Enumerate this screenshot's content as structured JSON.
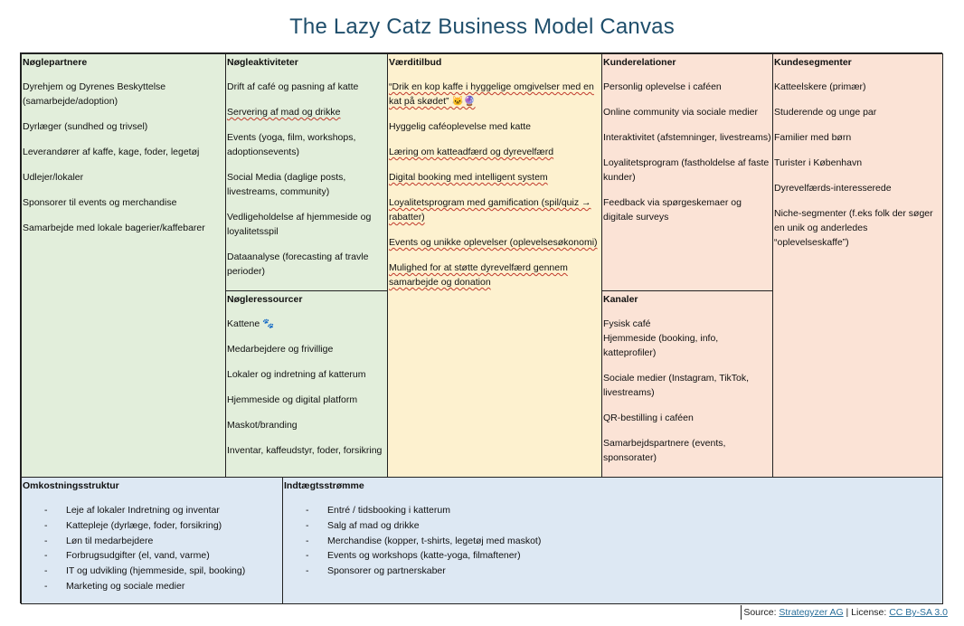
{
  "title": "The Lazy Catz Business Model Canvas",
  "partners": {
    "heading": "Nøglepartnere",
    "items": [
      "Dyrehjem og Dyrenes Beskyttelse (samarbejde/adoption)",
      "Dyrlæger (sundhed og trivsel)",
      "Leverandører af kaffe, kage, foder, legetøj",
      "Udlejer/lokaler",
      "Sponsorer til events og merchandise",
      "Samarbejde med lokale bagerier/kaffebarer"
    ]
  },
  "activities": {
    "heading": "Nøgleaktiviteter",
    "items": [
      " Drift af café og pasning af katte",
      "Servering af mad og drikke",
      "Events (yoga, film, workshops, adoptionsevents)",
      "Social Media (daglige posts, livestreams, community)",
      "Vedligeholdelse af hjemmeside og loyalitetsspil",
      "Dataanalyse (forecasting af travle perioder)"
    ]
  },
  "resources": {
    "heading": "Nøgleressourcer",
    "items": [
      "Kattene 🐾",
      "Medarbejdere og frivillige",
      "Lokaler og indretning af katterum",
      "Hjemmeside og digital platform",
      "Maskot/branding",
      "Inventar, kaffeudstyr, foder, forsikring"
    ]
  },
  "value": {
    "heading": "Værditilbud",
    "items": [
      "“Drik en kop kaffe i hyggelige omgivelser med en kat på skødet” 🐱🔮",
      "Hyggelig caféoplevelse med katte",
      "Læring om katteadfærd og dyrevelfærd",
      "Digital booking med intelligent system",
      "Loyalitetsprogram med gamification (spil/quiz → rabatter)",
      "Events og unikke oplevelser (oplevelsesøkonomi)",
      "Mulighed for at støtte dyrevelfærd gennem samarbejde og donation"
    ]
  },
  "relations": {
    "heading": "Kunderelationer",
    "items": [
      " Personlig oplevelse i caféen",
      "Online community via sociale medier",
      "Interaktivitet (afstemninger, livestreams)",
      "Loyalitetsprogram (fastholdelse af faste kunder)",
      "Feedback via spørgeskemaer og digitale surveys"
    ]
  },
  "channels": {
    "heading": "Kanaler",
    "items": [
      "Fysisk café",
      "Hjemmeside (booking, info, katteprofiler)",
      "Sociale medier (Instagram, TikTok, livestreams)",
      "QR-bestilling i caféen",
      "Samarbejdspartnere (events, sponsorater)"
    ]
  },
  "segments": {
    "heading": "Kundesegmenter",
    "items": [
      " Katteelskere (primær)",
      "Studerende og unge par",
      "Familier med børn",
      "Turister i København",
      " Dyrevelfærds-interesserede",
      "Niche-segmenter (f.eks folk der søger en unik og anderledes “oplevelseskaffe”)"
    ]
  },
  "costs": {
    "heading": "Omkostningsstruktur",
    "items": [
      "Leje af lokaler Indretning og inventar",
      "Kattepleje (dyrlæge, foder, forsikring)",
      "Løn til medarbejdere",
      " Forbrugsudgifter (el, vand, varme)",
      "IT og udvikling (hjemmeside, spil, booking)",
      "Marketing og sociale medier"
    ]
  },
  "revenue": {
    "heading": "Indtægtsstrømme",
    "items": [
      "Entré / tidsbooking i katterum",
      "Salg af mad og drikke",
      "Merchandise (kopper, t-shirts, legetøj med maskot)",
      "Events og workshops (katte-yoga, filmaftener)",
      "Sponsorer og partnerskaber"
    ]
  },
  "footer": {
    "source_label": "Source: ",
    "source_link": "Strategyzer AG",
    "separator": " | License: ",
    "license_link": "CC By-SA 3.0"
  },
  "colors": {
    "title": "#1f4e6b",
    "green": "#e2eedb",
    "yellow": "#fdf1cf",
    "peach": "#fbe3d6",
    "blue": "#dde8f3"
  }
}
